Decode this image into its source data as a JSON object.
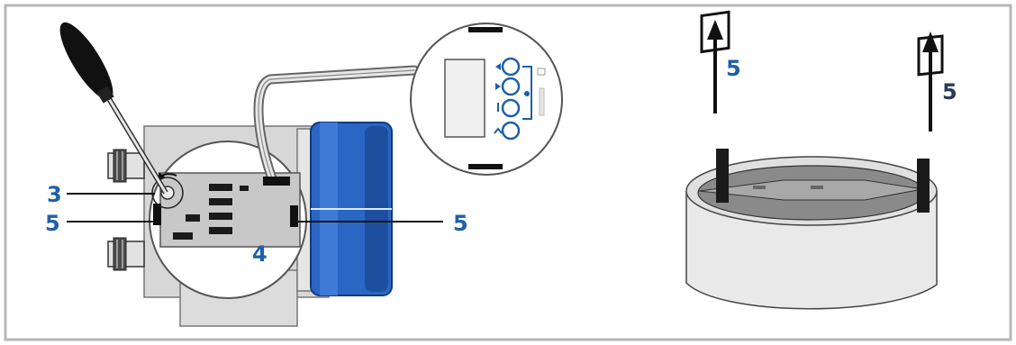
{
  "figure": {
    "colors": {
      "frame": "#b7b7b7",
      "callout_blue": "#1f5fa7",
      "cover_blue": "#2a66c4",
      "board_gray": "#c8c8c8",
      "housing_gray": "#d7d7d7",
      "dark": "#1a1a1a"
    },
    "callouts": {
      "screw": "3",
      "left_clip": "5",
      "right_clip": "5",
      "module": "4",
      "tab_left": "5",
      "tab_right": "5"
    },
    "icons": [
      "screwdriver-icon",
      "up-arrow-icon",
      "button-icon"
    ]
  }
}
